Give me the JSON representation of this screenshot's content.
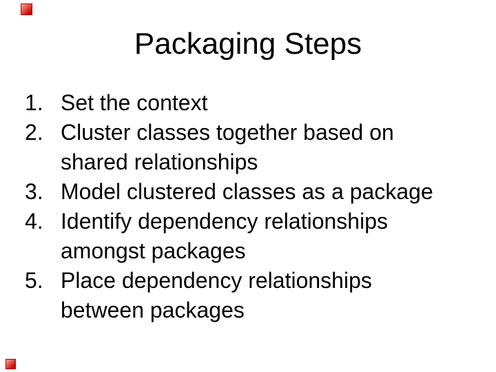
{
  "slide": {
    "title": "Packaging Steps",
    "items": [
      {
        "number": "1.",
        "text": "Set the context"
      },
      {
        "number": "2.",
        "text": "Cluster classes together based on shared relationships"
      },
      {
        "number": "3.",
        "text": "Model clustered classes as a package"
      },
      {
        "number": "4.",
        "text": "Identify dependency relationships amongst packages"
      },
      {
        "number": "5.",
        "text": "Place dependency relationships between packages"
      }
    ]
  },
  "theme": {
    "background": "#ffffff",
    "text_color": "#000000",
    "corner_square_color": "#cc0000",
    "corner_square_highlight": "#f2aaa2"
  }
}
